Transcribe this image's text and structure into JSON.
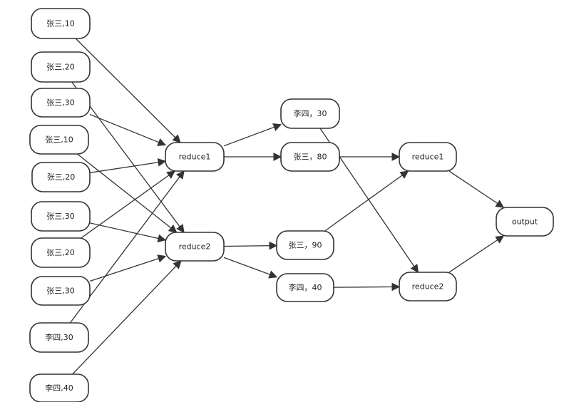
{
  "diagram": {
    "nodes": [
      {
        "id": "in1",
        "label": "张三,10"
      },
      {
        "id": "in2",
        "label": "张三,20"
      },
      {
        "id": "in3",
        "label": "张三,30"
      },
      {
        "id": "in4",
        "label": "张三,10"
      },
      {
        "id": "in5",
        "label": "张三,20"
      },
      {
        "id": "in6",
        "label": "张三,30"
      },
      {
        "id": "in7",
        "label": "张三,20"
      },
      {
        "id": "in8",
        "label": "张三,30"
      },
      {
        "id": "in9",
        "label": "李四,30"
      },
      {
        "id": "in10",
        "label": "李四,40"
      },
      {
        "id": "r1",
        "label": "reduce1"
      },
      {
        "id": "r2",
        "label": "reduce2"
      },
      {
        "id": "m1",
        "label": "李四，30"
      },
      {
        "id": "m2",
        "label": "张三，80"
      },
      {
        "id": "m3",
        "label": "张三，90"
      },
      {
        "id": "m4",
        "label": "李四，40"
      },
      {
        "id": "rr1",
        "label": "reduce1"
      },
      {
        "id": "rr2",
        "label": "reduce2"
      },
      {
        "id": "out",
        "label": "output"
      }
    ],
    "edges": [
      {
        "from": "in1",
        "to": "r1"
      },
      {
        "from": "in2",
        "to": "r2"
      },
      {
        "from": "in3",
        "to": "r1"
      },
      {
        "from": "in4",
        "to": "r2"
      },
      {
        "from": "in5",
        "to": "r1"
      },
      {
        "from": "in6",
        "to": "r2"
      },
      {
        "from": "in7",
        "to": "r1"
      },
      {
        "from": "in8",
        "to": "r2"
      },
      {
        "from": "in9",
        "to": "r1"
      },
      {
        "from": "in10",
        "to": "r2"
      },
      {
        "from": "r1",
        "to": "m1"
      },
      {
        "from": "r1",
        "to": "m2"
      },
      {
        "from": "r2",
        "to": "m3"
      },
      {
        "from": "r2",
        "to": "m4"
      },
      {
        "from": "m1",
        "to": "rr2"
      },
      {
        "from": "m2",
        "to": "rr1"
      },
      {
        "from": "m3",
        "to": "rr1"
      },
      {
        "from": "m4",
        "to": "rr2"
      },
      {
        "from": "rr1",
        "to": "out"
      },
      {
        "from": "rr2",
        "to": "out"
      }
    ]
  }
}
